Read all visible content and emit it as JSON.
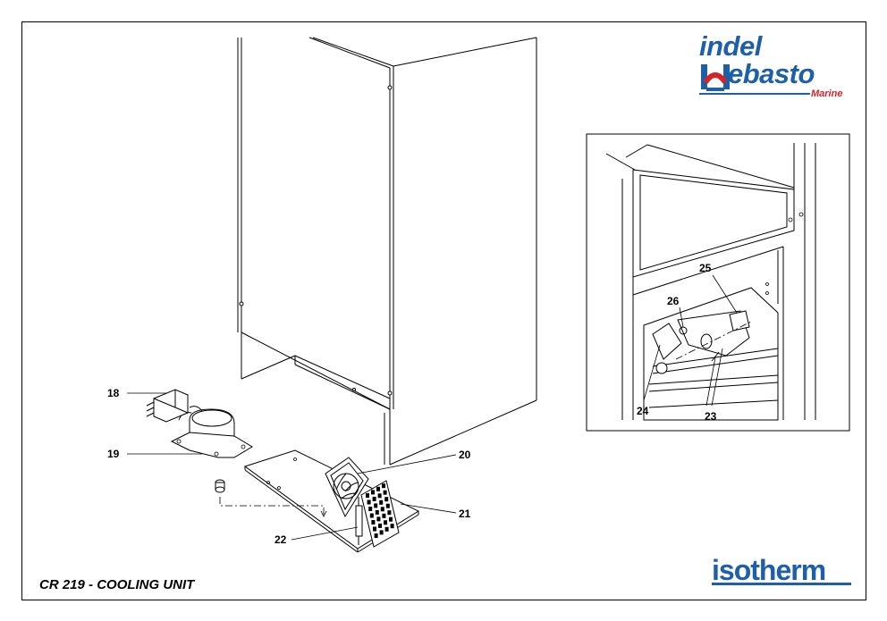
{
  "colors": {
    "line": "#000000",
    "brand_blue": "#1d5fa8",
    "brand_red": "#d4242a"
  },
  "caption": "CR 219 - COOLING UNIT",
  "logos": {
    "indel": "indel",
    "webasto": "ebasto",
    "marine": "Marine",
    "isotherm": "isotherm"
  },
  "callouts": {
    "c18": "18",
    "c19": "19",
    "c20": "20",
    "c21": "21",
    "c22": "22",
    "c23": "23",
    "c24": "24",
    "c25": "25",
    "c26": "26"
  }
}
